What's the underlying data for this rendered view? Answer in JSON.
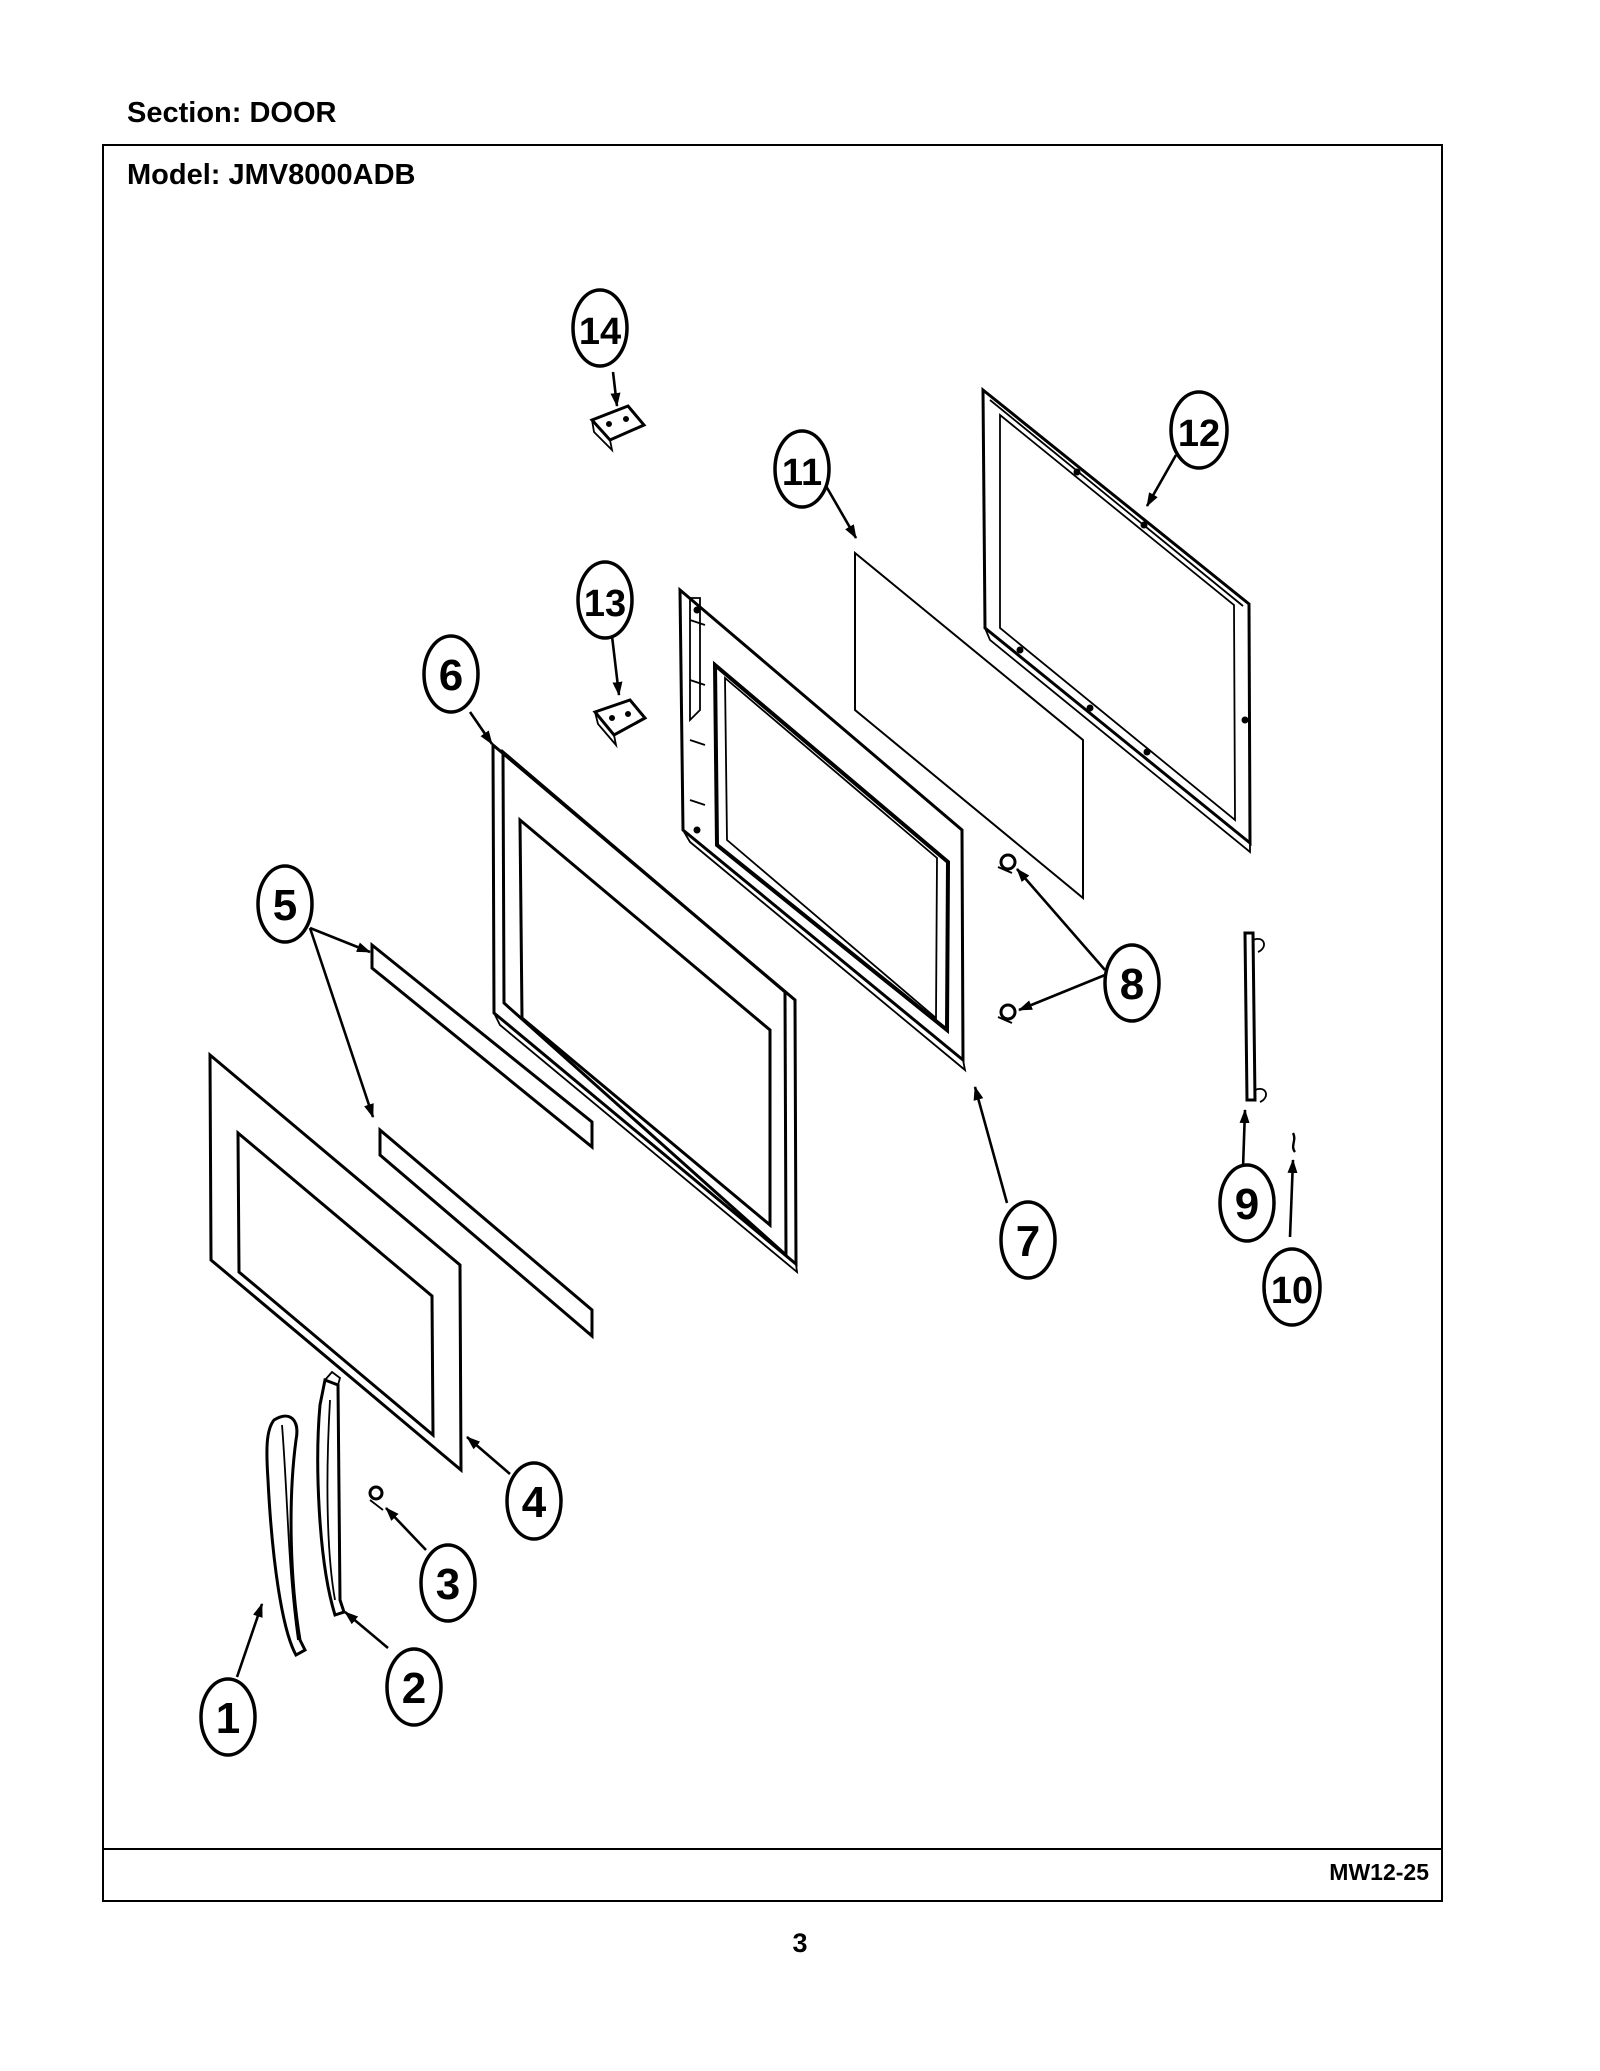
{
  "header": {
    "section": "Section:  DOOR",
    "model": "Model:  JMV8000ADB"
  },
  "footer": {
    "code": "MW12-25",
    "page": "3"
  },
  "callouts": [
    "1",
    "2",
    "3",
    "4",
    "5",
    "6",
    "7",
    "8",
    "9",
    "10",
    "11",
    "12",
    "13",
    "14"
  ]
}
